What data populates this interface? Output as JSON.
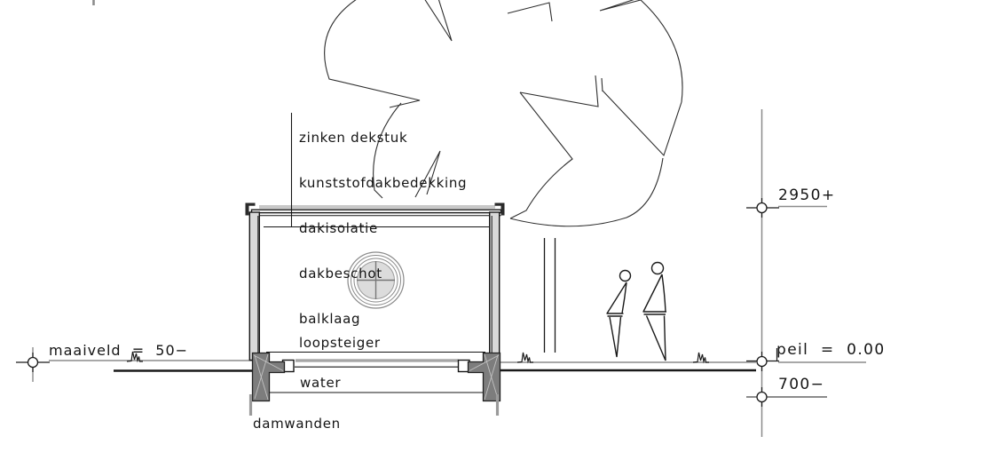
{
  "drawing_type": "building cross-section (boathouse) elevation drawing",
  "roof_layer_labels": [
    "zinken dekstuk",
    "kunststofdakbedekking",
    "dakisolatie",
    "dakbeschot",
    "balklaag"
  ],
  "annotations": {
    "walkway": "loopsteiger",
    "water": "water",
    "sheet_piling": "damwanden",
    "ground_level": "maaiveld  =  50−"
  },
  "datum_levels": {
    "roof_top": "2950+",
    "reference": "peil  =  0.00",
    "water_bottom": "700−"
  },
  "colors": {
    "background": "#ffffff",
    "line_black": "#1a1a1a",
    "line_gray": "#8c8c8c",
    "wall_fill": "#d9d9d9",
    "roof_band": "#c8c8c8",
    "deck_band": "#a6a6a6",
    "pier_fill": "#7d7d7d",
    "pile_gray": "#9a9a9a",
    "window_fill": "#dcdcdc"
  }
}
